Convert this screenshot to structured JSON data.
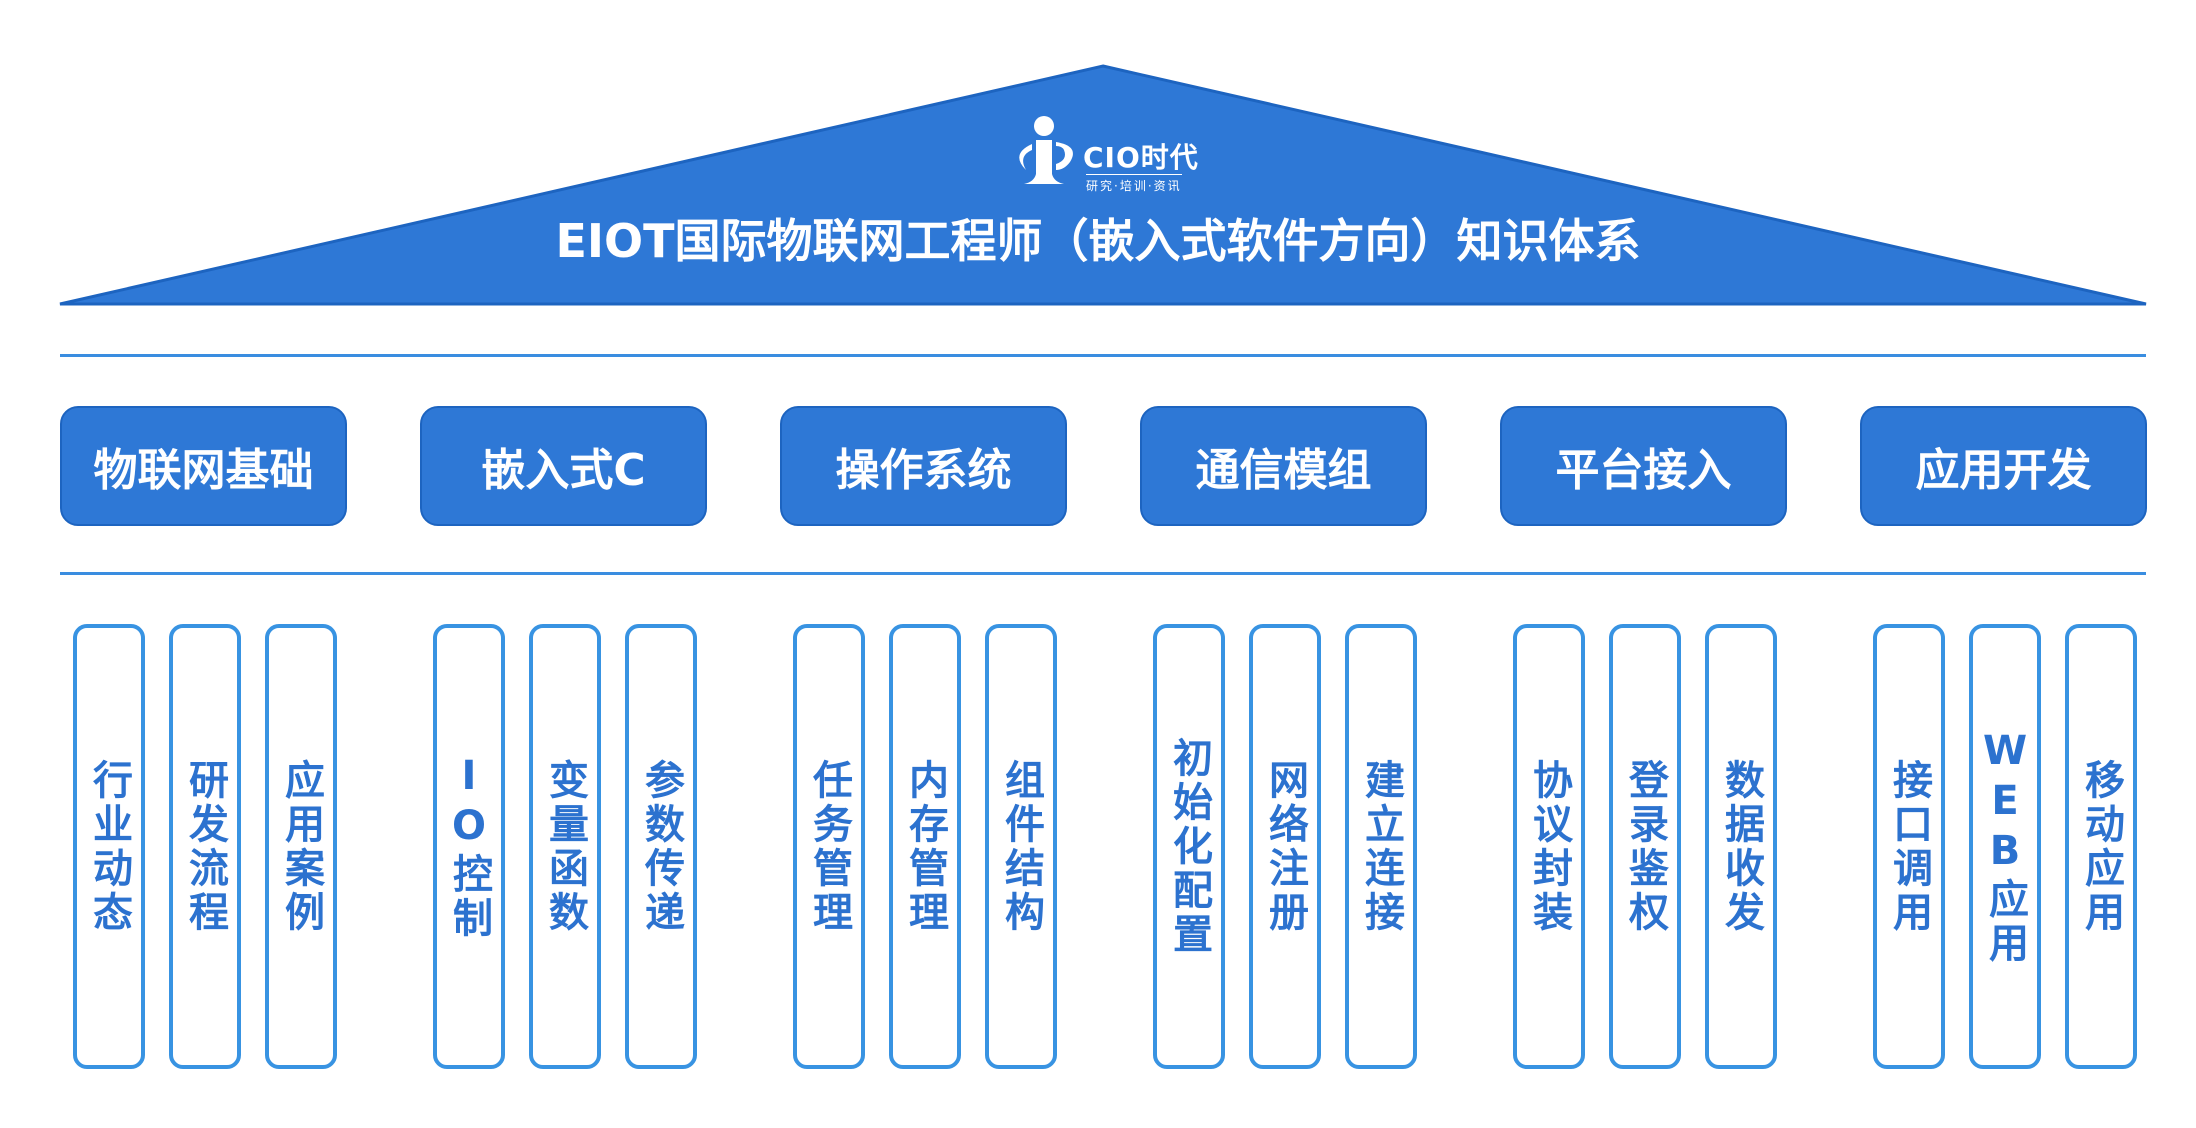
{
  "title": "EIOT国际物联网工程师（嵌入式软件方向）知识体系",
  "logo": {
    "brand": "CIO时代",
    "tagline": "研究·培训·资讯"
  },
  "colors": {
    "primary": "#2e78d6",
    "line": "#3a8de0",
    "pillar_border": "#3893e2",
    "pillar_text": "#2c72cf"
  },
  "categories": [
    {
      "label": "物联网基础",
      "items": [
        "行业动态",
        "研发流程",
        "应用案例"
      ]
    },
    {
      "label": "嵌入式C",
      "items": [
        "IO控制",
        "变量函数",
        "参数传递"
      ]
    },
    {
      "label": "操作系统",
      "items": [
        "任务管理",
        "内存管理",
        "组件结构"
      ]
    },
    {
      "label": "通信模组",
      "items": [
        "初始化配置",
        "网络注册",
        "建立连接"
      ]
    },
    {
      "label": "平台接入",
      "items": [
        "协议封装",
        "登录鉴权",
        "数据收发"
      ]
    },
    {
      "label": "应用开发",
      "items": [
        "接口调用",
        "WEB应用",
        "移动应用"
      ]
    }
  ]
}
